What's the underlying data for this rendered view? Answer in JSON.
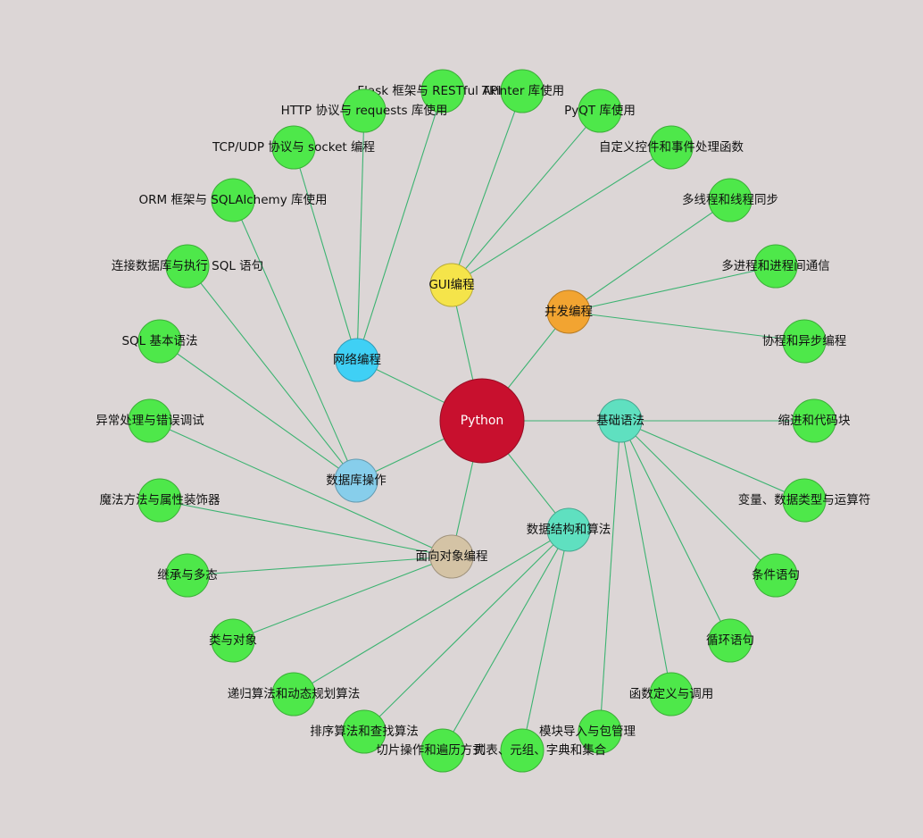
{
  "root": {
    "id": "python",
    "label": "Python",
    "color": "#c8102e"
  },
  "categories": [
    {
      "id": "gui",
      "label": "GUI编程",
      "color": "#f5e44a"
    },
    {
      "id": "concurrency",
      "label": "并发编程",
      "color": "#f2a431"
    },
    {
      "id": "network",
      "label": "网络编程",
      "color": "#3fd0f5"
    },
    {
      "id": "basic",
      "label": "基础语法",
      "color": "#5fe0c0"
    },
    {
      "id": "database",
      "label": "数据库操作",
      "color": "#87ceeb"
    },
    {
      "id": "dsa",
      "label": "数据结构和算法",
      "color": "#5fe0c0"
    },
    {
      "id": "oop",
      "label": "面向对象编程",
      "color": "#d4c3a5"
    }
  ],
  "topics": [
    {
      "id": "flask",
      "parent": "network",
      "label": "Flask 框架与 RESTful API"
    },
    {
      "id": "tkinter",
      "parent": "gui",
      "label": "Tkinter 库使用"
    },
    {
      "id": "http",
      "parent": "network",
      "label": "HTTP 协议与 requests 库使用"
    },
    {
      "id": "pyqt",
      "parent": "gui",
      "label": "PyQT 库使用"
    },
    {
      "id": "tcp",
      "parent": "network",
      "label": "TCP/UDP 协议与 socket 编程"
    },
    {
      "id": "custom-widget",
      "parent": "gui",
      "label": "自定义控件和事件处理函数"
    },
    {
      "id": "orm",
      "parent": "database",
      "label": "ORM 框架与 SQLAlchemy 库使用"
    },
    {
      "id": "multithread",
      "parent": "concurrency",
      "label": "多线程和线程同步"
    },
    {
      "id": "connect-db",
      "parent": "database",
      "label": "连接数据库与执行 SQL 语句"
    },
    {
      "id": "multiprocess",
      "parent": "concurrency",
      "label": "多进程和进程间通信"
    },
    {
      "id": "sql-basic",
      "parent": "database",
      "label": "SQL 基本语法"
    },
    {
      "id": "coroutine",
      "parent": "concurrency",
      "label": "协程和异步编程"
    },
    {
      "id": "exception",
      "parent": "oop",
      "label": "异常处理与错误调试"
    },
    {
      "id": "indent",
      "parent": "basic",
      "label": "缩进和代码块"
    },
    {
      "id": "magic",
      "parent": "oop",
      "label": "魔法方法与属性装饰器"
    },
    {
      "id": "variables",
      "parent": "basic",
      "label": "变量、数据类型与运算符"
    },
    {
      "id": "inherit",
      "parent": "oop",
      "label": "继承与多态"
    },
    {
      "id": "condition",
      "parent": "basic",
      "label": "条件语句"
    },
    {
      "id": "class",
      "parent": "oop",
      "label": "类与对象"
    },
    {
      "id": "loop",
      "parent": "basic",
      "label": "循环语句"
    },
    {
      "id": "recursion",
      "parent": "dsa",
      "label": "递归算法和动态规划算法"
    },
    {
      "id": "function",
      "parent": "basic",
      "label": "函数定义与调用"
    },
    {
      "id": "sorting",
      "parent": "dsa",
      "label": "排序算法和查找算法"
    },
    {
      "id": "module",
      "parent": "basic",
      "label": "模块导入与包管理"
    },
    {
      "id": "slice",
      "parent": "dsa",
      "label": "切片操作和遍历方式"
    },
    {
      "id": "collections",
      "parent": "dsa",
      "label": "列表、元组、字典和集合"
    }
  ],
  "topic_color": "#4ee84a"
}
